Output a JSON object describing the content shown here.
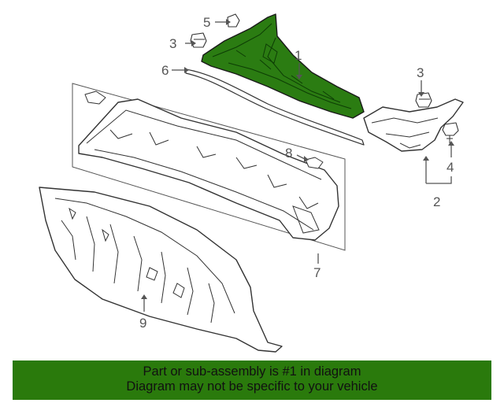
{
  "diagram": {
    "callouts": [
      {
        "id": "1",
        "label": "1"
      },
      {
        "id": "2",
        "label": "2"
      },
      {
        "id": "3a",
        "label": "3"
      },
      {
        "id": "3b",
        "label": "3"
      },
      {
        "id": "4",
        "label": "4"
      },
      {
        "id": "5",
        "label": "5"
      },
      {
        "id": "6",
        "label": "6"
      },
      {
        "id": "7",
        "label": "7"
      },
      {
        "id": "8",
        "label": "8"
      },
      {
        "id": "9",
        "label": "9"
      }
    ],
    "highlight_color": "#2b7c12"
  },
  "banner": {
    "line1": "Part or sub-assembly is #1 in diagram",
    "line2": "Diagram may not be specific to your vehicle",
    "background": "#2a7a0c"
  }
}
